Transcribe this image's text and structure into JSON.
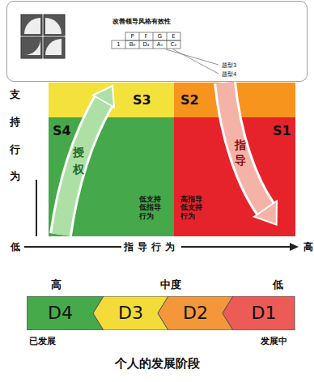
{
  "diagram": {
    "caption": "个人的发展阶段",
    "nodes": [
      {
        "text": [
          "改善领导风格有效性"
        ]
      },
      {
        "text": [
          "S3"
        ]
      },
      {
        "text": [
          "S2"
        ]
      },
      {
        "text": [
          "S4",
          "低支持 低指导 行为"
        ]
      },
      {
        "text": [
          "S1",
          "高指导 低支持 行为"
        ]
      },
      {
        "text": [
          "D4"
        ]
      },
      {
        "text": [
          "D3"
        ]
      },
      {
        "text": [
          "D2"
        ]
      },
      {
        "text": [
          "D1"
        ]
      }
    ],
    "labels": [
      "P",
      "F",
      "G",
      "E",
      "1",
      "B₀",
      "D₂",
      "A₁",
      "C₂",
      "题型3",
      "题型4",
      "支持行为",
      "授权",
      "指导",
      "低",
      "指导行为",
      "高",
      "高",
      "中度",
      "低",
      "已发展",
      "发展中"
    ]
  }
}
